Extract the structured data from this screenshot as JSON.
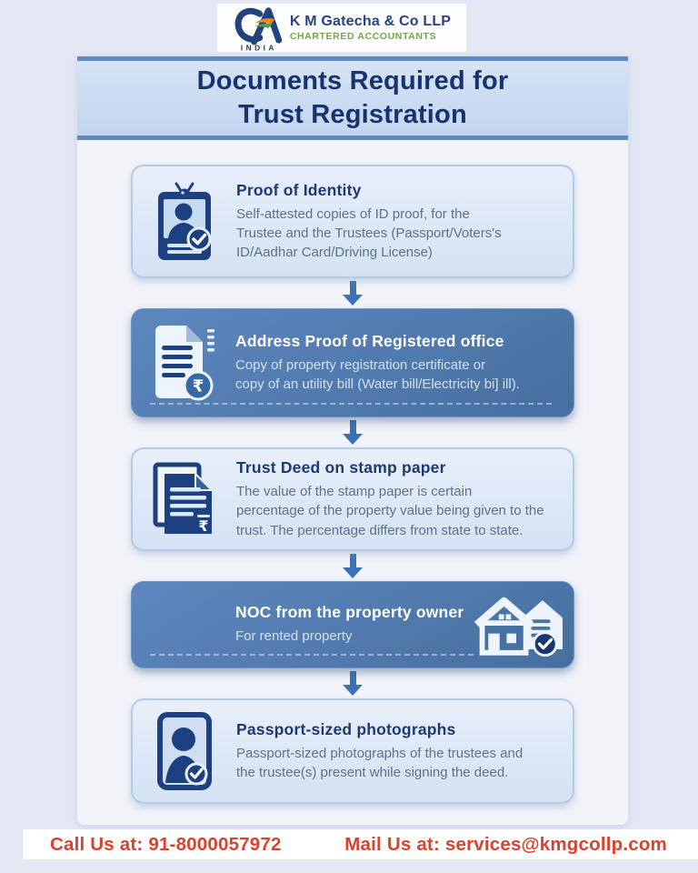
{
  "header": {
    "logo_monogram": "CA",
    "logo_country": "INDIA",
    "company": "K M Gatecha & Co LLP",
    "tagline": "CHARTERED ACCOUNTANTS"
  },
  "title": {
    "line1": "Documents Required for",
    "line2": "Trust Registration"
  },
  "cards": [
    {
      "icon": "id-badge-check-icon",
      "style": "light",
      "title": "Proof of Identity",
      "lines": [
        "Self-attested copies of ID proof, for the",
        "Trustee and the Trustees (Passport/Voters's",
        "ID/Aadhar Card/Driving License)"
      ]
    },
    {
      "icon": "utility-bill-document-icon",
      "style": "blue",
      "title": "Address Proof of Registered office",
      "lines": [
        "Copy of property registration certificate or",
        "copy of an utility bill (Water bill/Electricity bi] ill)."
      ]
    },
    {
      "icon": "stamp-paper-documents-icon",
      "style": "light",
      "title": "Trust Deed on stamp paper",
      "lines": [
        "The value of the stamp paper is certain",
        "percentage of the property value being given to the",
        "trust. The percentage differs from state to state."
      ]
    },
    {
      "icon": "house-check-icon",
      "style": "blue",
      "title": "NOC from the property owner",
      "lines": [
        "For rented property"
      ]
    },
    {
      "icon": "passport-photo-check-icon",
      "style": "light",
      "title": "Passport-sized photographs",
      "lines": [
        "Passport-sized photographs of the trustees and",
        "the trustee(s) present while signing the deed."
      ]
    }
  ],
  "footer": {
    "call": "Call Us at: 91-8000057972",
    "mail": "Mail Us at: services@kmgcollp.com"
  },
  "colors": {
    "background": "#e3e7f4",
    "panel": "#f2f4fa",
    "title_navy": "#16336d",
    "band_border": "#5f8ac2",
    "card_light": "#dbe7f4",
    "card_blue": "#4f7bb0",
    "icon_navy": "#1d4180",
    "body_text": "#5f7088",
    "footer_red": "#d8432e",
    "tagline_green": "#74a647",
    "arrow_blue": "#3c72b5"
  }
}
